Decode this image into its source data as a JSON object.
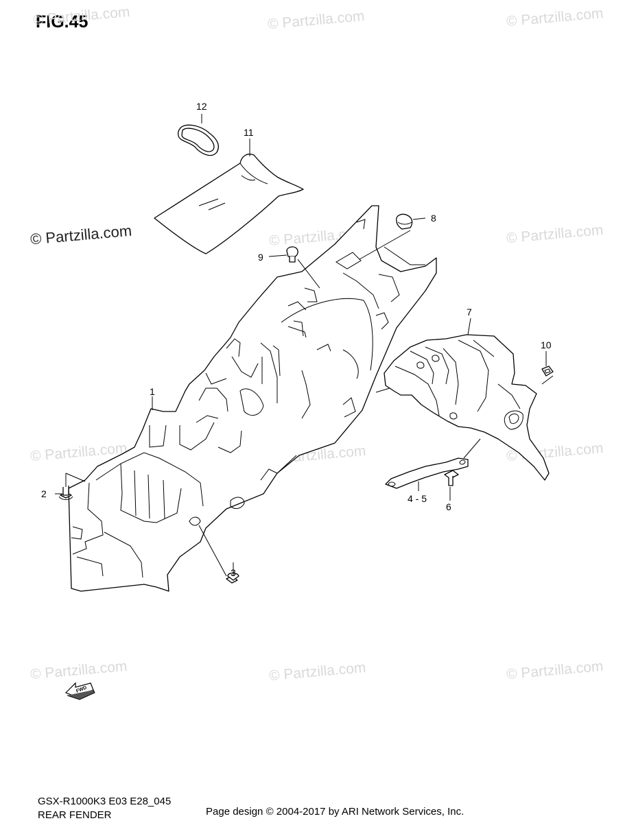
{
  "figure": {
    "title": "FIG.45"
  },
  "watermarks": [
    "© Partzilla.com",
    "© Partzilla.com",
    "© Partzilla.com",
    "© Partzilla.com",
    "© Partzilla.com",
    "© Partzilla.com",
    "© Partzilla.com",
    "© Partzilla.com",
    "© Partzilla.com",
    "© Partzilla.com",
    "© Partzilla.com",
    "© Partzilla.com"
  ],
  "callouts": {
    "c1": "1",
    "c2": "2",
    "c3": "3",
    "c45": "4 - 5",
    "c6": "6",
    "c7": "7",
    "c8": "8",
    "c9": "9",
    "c10": "10",
    "c11": "11",
    "c12": "12"
  },
  "fwd_label": "FWD",
  "footer": {
    "model_code": "GSX-R1000K3 E03 E28_045",
    "diagram_name": "REAR FENDER",
    "credit": "Page design © 2004-2017 by ARI Network Services, Inc."
  }
}
